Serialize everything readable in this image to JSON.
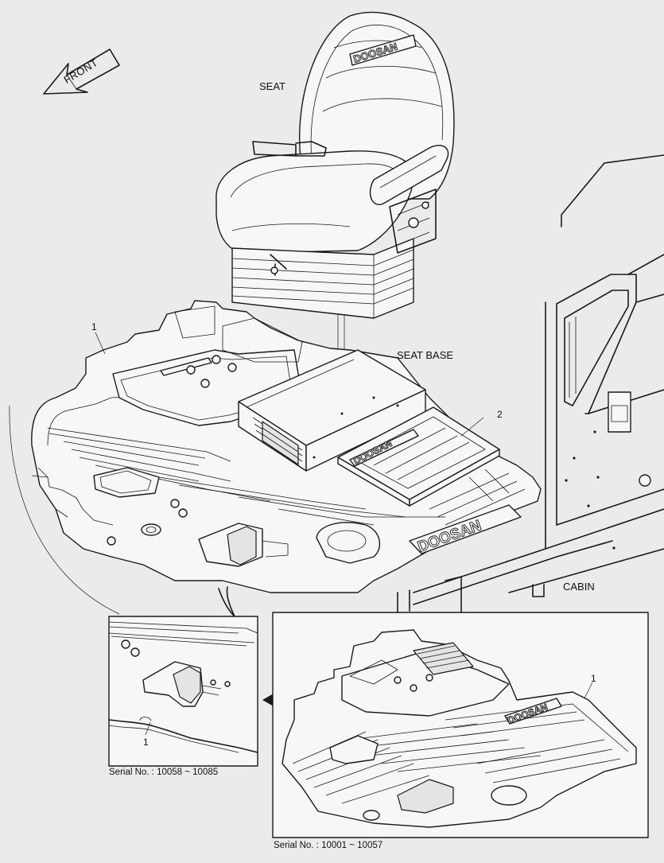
{
  "labels": {
    "front": "FRONT",
    "seat": "SEAT",
    "seat_base": "SEAT BASE",
    "cabin": "CABIN",
    "callout_1": "1",
    "callout_2": "2",
    "detail_callout_1": "1",
    "inset_callout_1": "1",
    "serial_detail": "Serial No. : 10058 ~ 10085",
    "serial_inset": "Serial No. : 10001 ~ 10057"
  },
  "branding": {
    "seat_back": "DOOSAN",
    "tray": "DOOSAN",
    "mat": "DOOSAN",
    "inset_mat": "DOOSAN"
  }
}
